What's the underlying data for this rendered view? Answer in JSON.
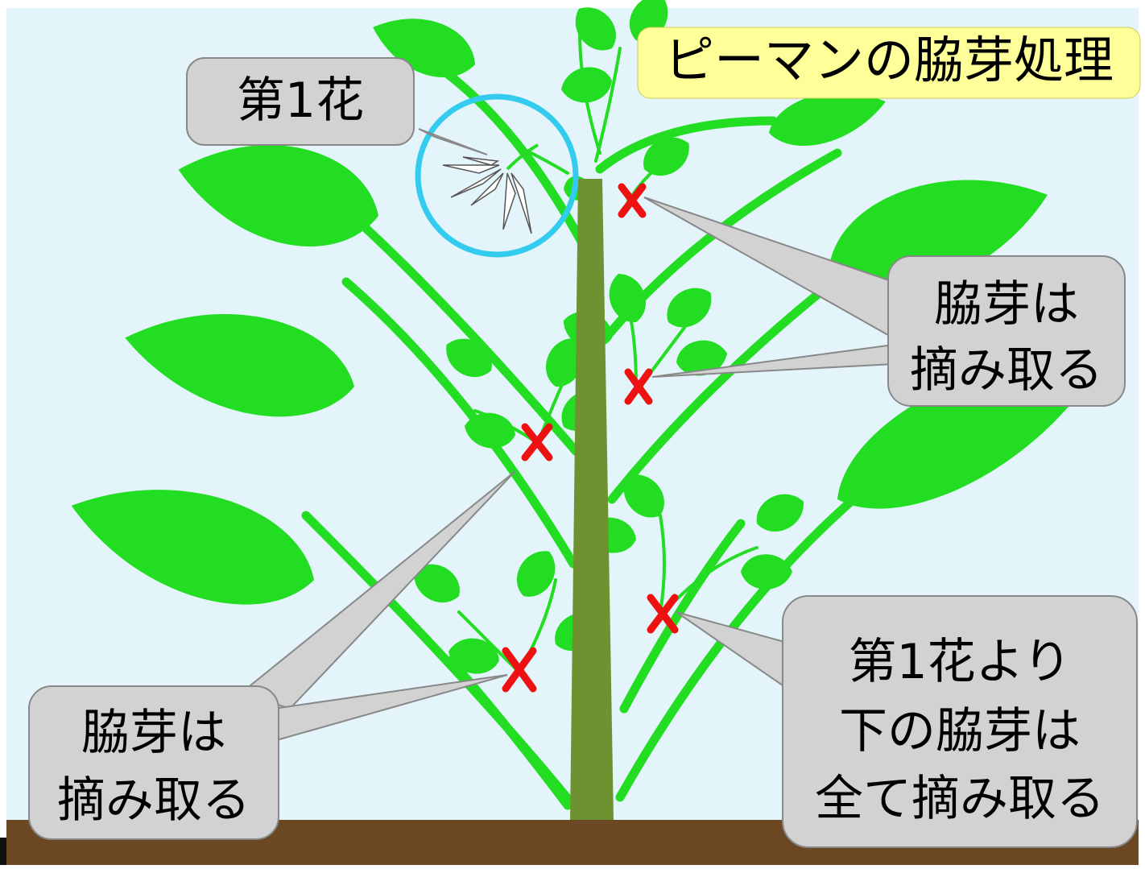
{
  "title": "ピーマンの脇芽処理",
  "labels": {
    "first_flower": "第1花",
    "callout_right_top": [
      "脇芽は",
      "摘み取る"
    ],
    "callout_left_bottom": [
      "脇芽は",
      "摘み取る"
    ],
    "callout_right_bottom": [
      "第1花より",
      "下の脇芽は",
      "全て摘み取る"
    ]
  },
  "colors": {
    "sky": "#e4f4fb",
    "leaf": "#22dd22",
    "stem": "#6e9232",
    "soil": "#6b4724",
    "callout": "#d2d2d2",
    "title_bg": "#ffff99",
    "flower_circle": "#33ccee",
    "cut_mark": "#ee1111"
  },
  "icons": {
    "cut_mark": "red-x-mark",
    "flower_marker": "cyan-circle"
  }
}
